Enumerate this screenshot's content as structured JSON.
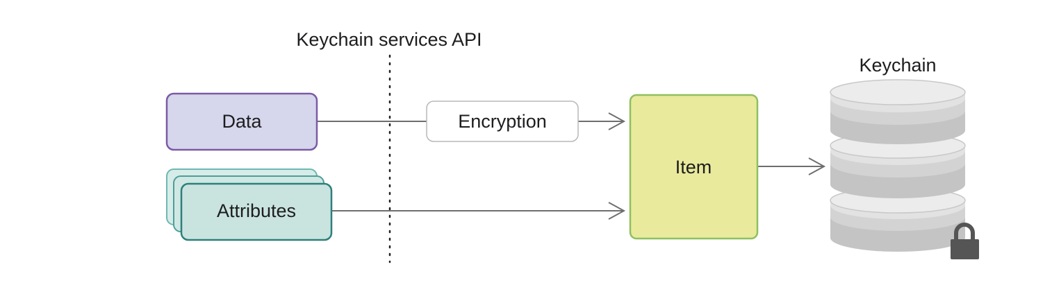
{
  "diagram": {
    "api_label": "Keychain services API",
    "data_label": "Data",
    "attributes_label": "Attributes",
    "encryption_label": "Encryption",
    "item_label": "Item",
    "keychain_label": "Keychain"
  },
  "colors": {
    "data_fill": "#d6d6ec",
    "data_stroke": "#7b5aa6",
    "attributes_fill": "#c9e4df",
    "attributes_stroke": "#2e7f7a",
    "attributes_back_fill": "#d6ece8",
    "attributes_back_stroke": "#6fb7b1",
    "item_fill": "#e9ea9c",
    "item_stroke": "#8fbf61",
    "line": "#6e6e6e",
    "lock": "#555555"
  }
}
